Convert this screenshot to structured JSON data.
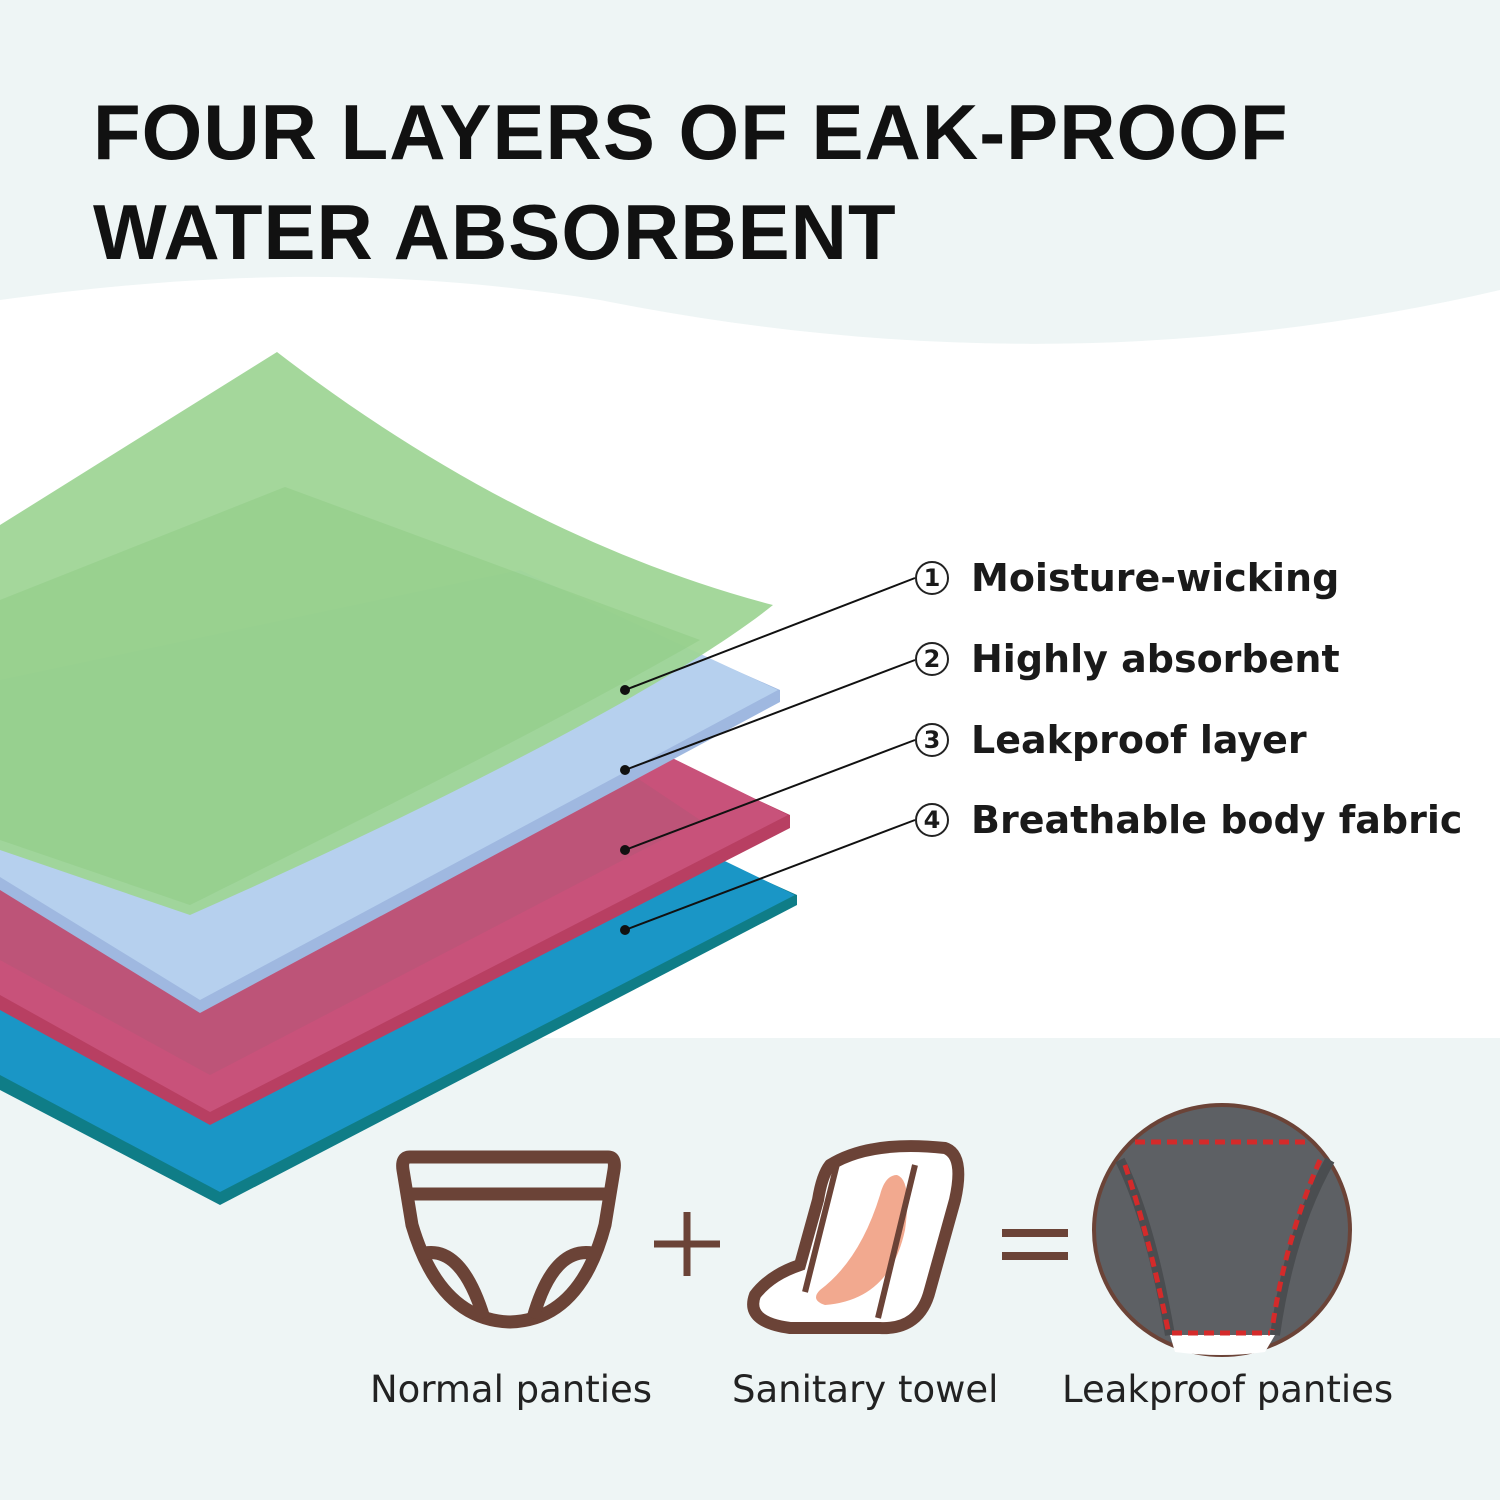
{
  "title": {
    "line1": "FOUR LAYERS OF EAK-PROOF",
    "line2": "WATER ABSORBENT"
  },
  "layers": [
    {
      "num": "1",
      "label": "Moisture-wicking",
      "color": "#9fd596"
    },
    {
      "num": "2",
      "label": "Highly absorbent",
      "color": "#b6d0ee"
    },
    {
      "num": "3",
      "label": "Leakproof layer",
      "color": "#c8527a"
    },
    {
      "num": "4",
      "label": "Breathable body fabric",
      "color": "#1a96c6"
    }
  ],
  "equation": {
    "items": [
      "Normal panties",
      "Sanitary towel",
      "Leakproof panties"
    ],
    "plus": "+",
    "equals": "="
  },
  "colors": {
    "background": "#eef5f5",
    "icon_brown": "#6b4337",
    "stitch_red": "#d42a2a"
  }
}
